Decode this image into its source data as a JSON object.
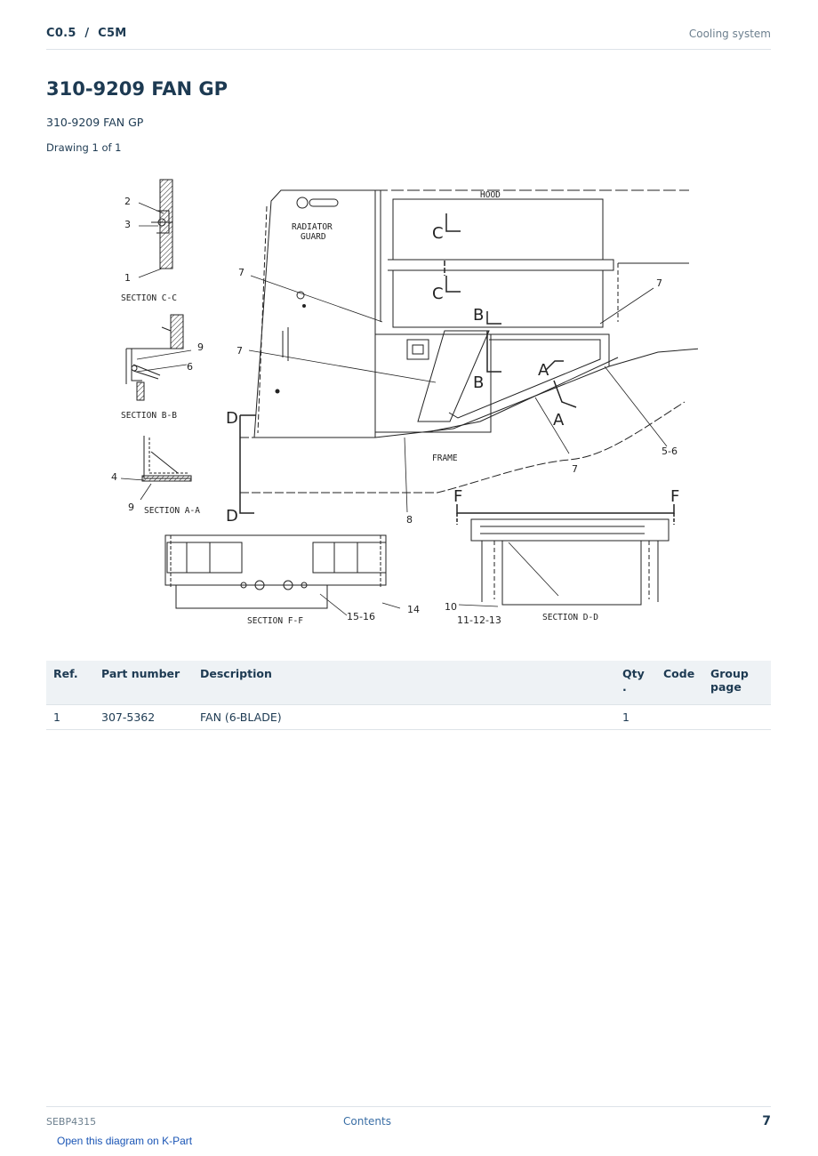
{
  "header": {
    "breadcrumb": "C0.5  /  C5M",
    "section": "Cooling system"
  },
  "title": "310-9209 FAN GP",
  "subtitle": "310-9209 FAN GP",
  "drawing_count": "Drawing 1 of 1",
  "diagram": {
    "labels": {
      "hood": "HOOD",
      "radiator_guard_1": "RADIATOR",
      "radiator_guard_2": "GUARD",
      "frame": "FRAME",
      "section_cc": "SECTION C-C",
      "section_bb": "SECTION B-B",
      "section_aa": "SECTION A-A",
      "section_ff": "SECTION F-F",
      "section_dd": "SECTION D-D",
      "A": "A",
      "B": "B",
      "C": "C",
      "D": "D",
      "F": "F"
    },
    "callouts": {
      "r1": "1",
      "r2": "2",
      "r3": "3",
      "r4": "4",
      "r56": "5-6",
      "r6": "6",
      "r7": "7",
      "r8": "8",
      "r9": "9",
      "r10": "10",
      "r111213": "11-12-13",
      "r14": "14",
      "r1516": "15-16"
    }
  },
  "table": {
    "headers": {
      "ref": "Ref.",
      "part": "Part number",
      "desc": "Description",
      "qty": "Qty\n.",
      "code": "Code",
      "group": "Group page"
    },
    "rows": [
      {
        "ref": "1",
        "part": "307-5362",
        "desc": "FAN (6-BLADE)",
        "qty": "1",
        "code": "",
        "group": ""
      }
    ]
  },
  "footer": {
    "doc_id": "SEBP4315",
    "contents": "Contents",
    "page": "7"
  },
  "kpart_link": "Open this diagram on K-Part"
}
